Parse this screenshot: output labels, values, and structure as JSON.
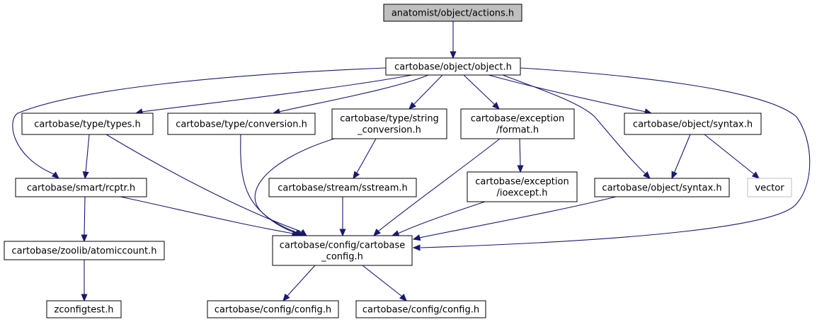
{
  "graph": {
    "nodes": [
      {
        "id": "actions",
        "label": [
          "anatomist/object/actions.h"
        ],
        "style": "root"
      },
      {
        "id": "object",
        "label": [
          "cartobase/object/object.h"
        ],
        "style": "normal"
      },
      {
        "id": "types",
        "label": [
          "cartobase/type/types.h"
        ],
        "style": "normal"
      },
      {
        "id": "conversion",
        "label": [
          "cartobase/type/conversion.h"
        ],
        "style": "normal"
      },
      {
        "id": "stringconv",
        "label": [
          "cartobase/type/string",
          "_conversion.h"
        ],
        "style": "normal"
      },
      {
        "id": "format",
        "label": [
          "cartobase/exception",
          "/format.h"
        ],
        "style": "normal"
      },
      {
        "id": "syntax1",
        "label": [
          "cartobase/object/syntax.h"
        ],
        "style": "normal"
      },
      {
        "id": "rcptr",
        "label": [
          "cartobase/smart/rcptr.h"
        ],
        "style": "normal"
      },
      {
        "id": "sstream",
        "label": [
          "cartobase/stream/sstream.h"
        ],
        "style": "normal"
      },
      {
        "id": "ioexcept",
        "label": [
          "cartobase/exception",
          "/ioexcept.h"
        ],
        "style": "normal"
      },
      {
        "id": "syntax2",
        "label": [
          "cartobase/object/syntax.h"
        ],
        "style": "normal"
      },
      {
        "id": "vector",
        "label": [
          "vector"
        ],
        "style": "external"
      },
      {
        "id": "atomic",
        "label": [
          "cartobase/zoolib/atomiccount.h"
        ],
        "style": "normal"
      },
      {
        "id": "cbconfig",
        "label": [
          "cartobase/config/cartobase",
          "_config.h"
        ],
        "style": "normal"
      },
      {
        "id": "zconfig",
        "label": [
          "zconfigtest.h"
        ],
        "style": "normal"
      },
      {
        "id": "config1",
        "label": [
          "cartobase/config/config.h"
        ],
        "style": "normal"
      },
      {
        "id": "config2",
        "label": [
          "cartobase/config/config.h"
        ],
        "style": "normal"
      }
    ],
    "edges": [
      [
        "actions",
        "object"
      ],
      [
        "object",
        "types"
      ],
      [
        "object",
        "conversion"
      ],
      [
        "object",
        "stringconv"
      ],
      [
        "object",
        "format"
      ],
      [
        "object",
        "syntax1"
      ],
      [
        "object",
        "rcptr"
      ],
      [
        "object",
        "syntax2"
      ],
      [
        "object",
        "cbconfig"
      ],
      [
        "types",
        "rcptr"
      ],
      [
        "types",
        "cbconfig"
      ],
      [
        "conversion",
        "cbconfig"
      ],
      [
        "stringconv",
        "sstream"
      ],
      [
        "stringconv",
        "cbconfig"
      ],
      [
        "format",
        "ioexcept"
      ],
      [
        "format",
        "cbconfig"
      ],
      [
        "syntax1",
        "syntax2"
      ],
      [
        "syntax1",
        "vector"
      ],
      [
        "rcptr",
        "atomic"
      ],
      [
        "rcptr",
        "cbconfig"
      ],
      [
        "sstream",
        "cbconfig"
      ],
      [
        "ioexcept",
        "cbconfig"
      ],
      [
        "syntax2",
        "cbconfig"
      ],
      [
        "atomic",
        "zconfig"
      ],
      [
        "cbconfig",
        "config1"
      ],
      [
        "cbconfig",
        "config2"
      ]
    ],
    "colors": {
      "edge": "#191970",
      "root_fill": "#bfbfbf",
      "node_border": "#000000",
      "external_border": "#bfbfbf"
    }
  }
}
